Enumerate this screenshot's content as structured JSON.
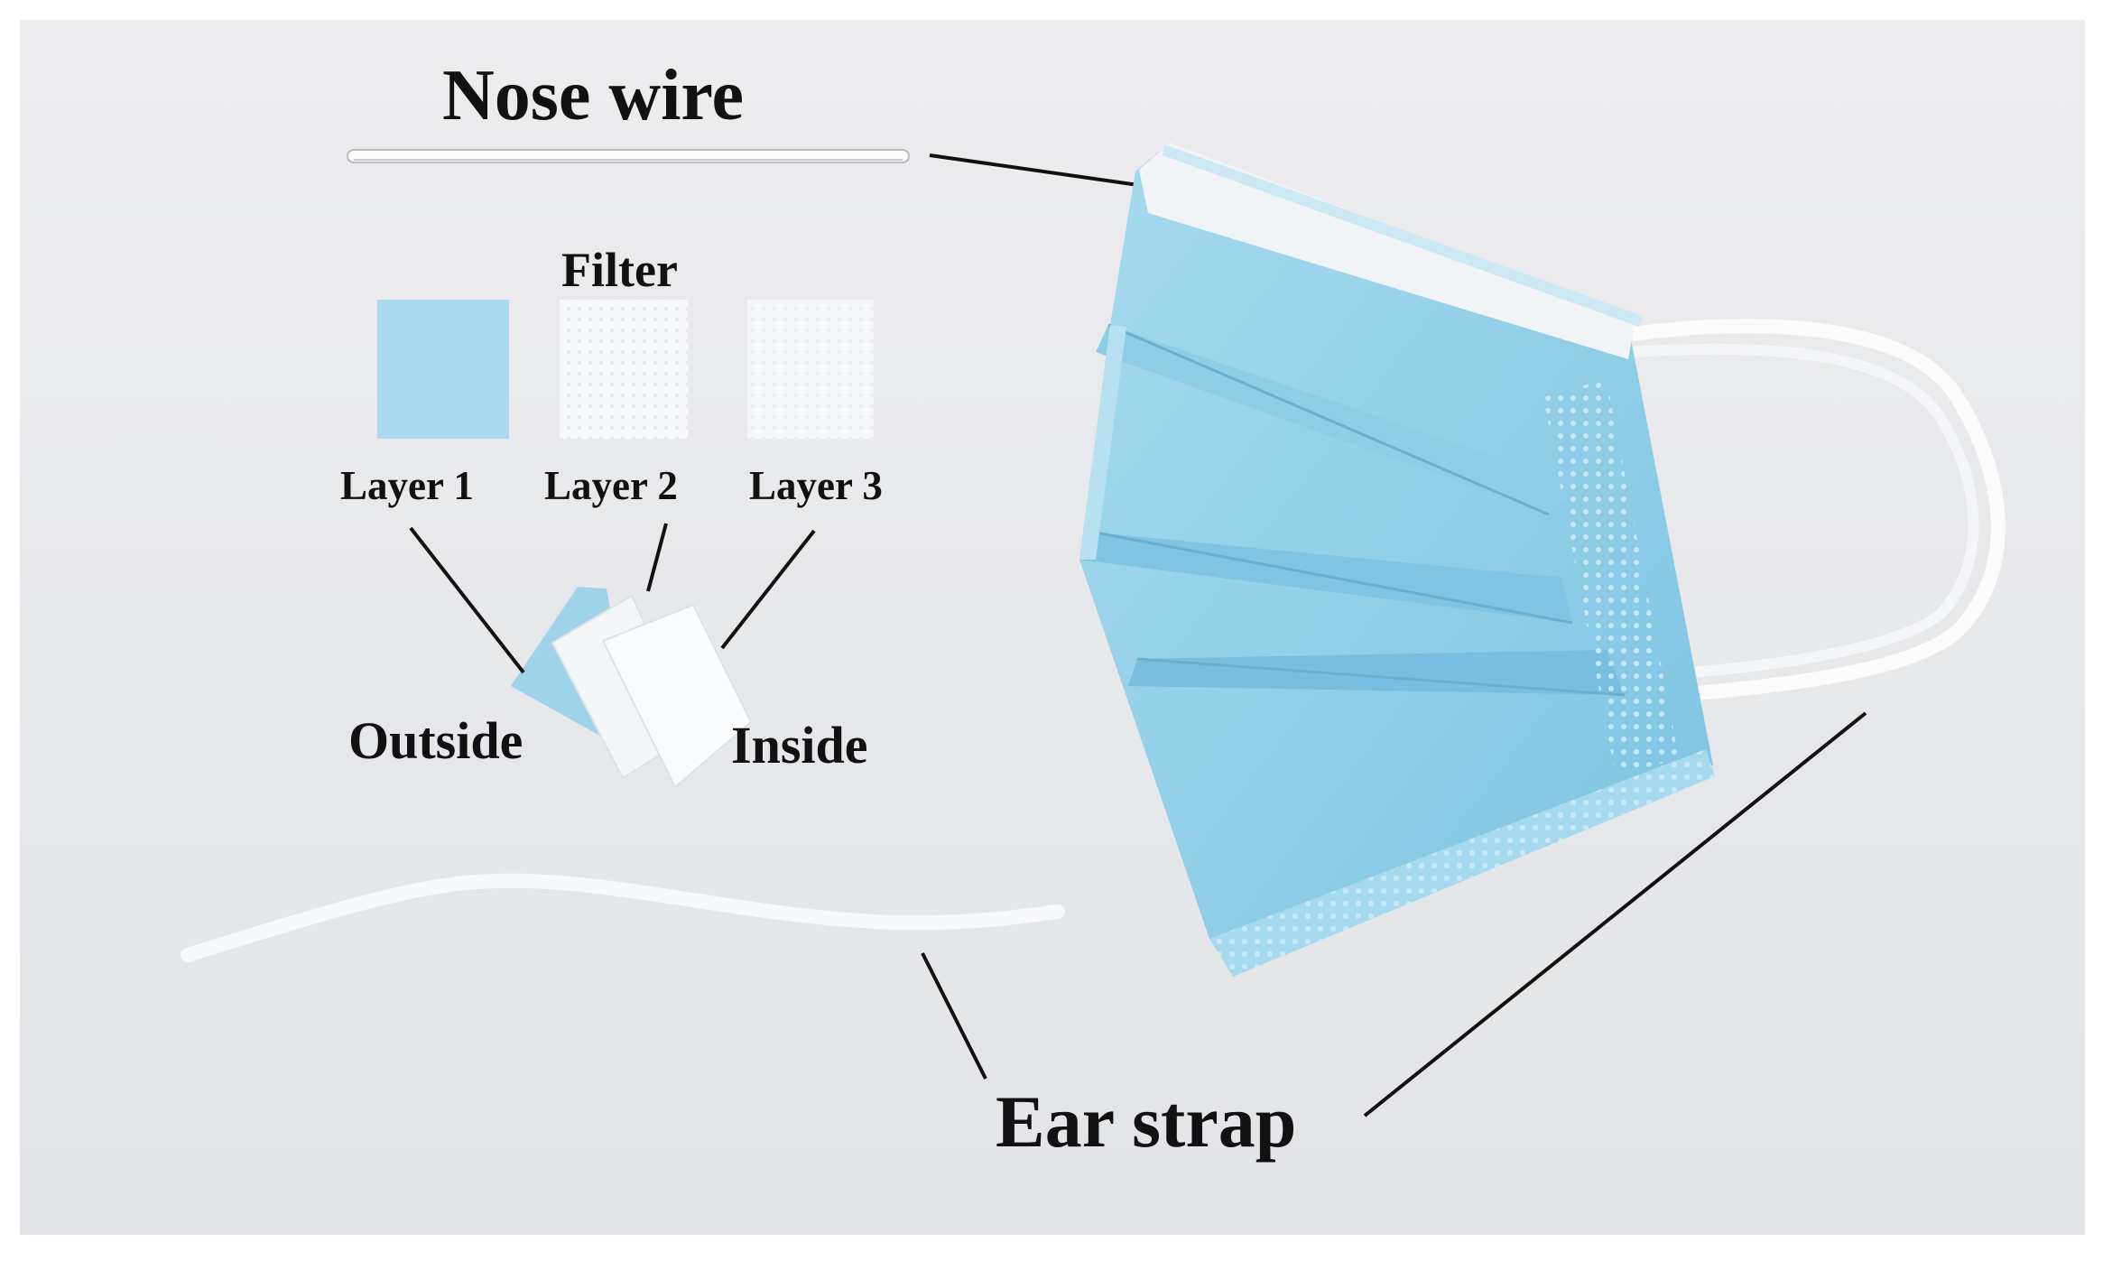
{
  "labels": {
    "nose_wire": "Nose wire",
    "filter": "Filter",
    "layer_1": "Layer 1",
    "layer_2": "Layer 2",
    "layer_3": "Layer 3",
    "outside": "Outside",
    "inside": "Inside",
    "ear_strap": "Ear strap"
  },
  "colors": {
    "background": "#e9eaec",
    "mask_blue": "#8fcde6",
    "mask_blue_dark": "#6cb6d8",
    "fabric_white": "#f6f7f8",
    "leader_line": "#111111"
  }
}
